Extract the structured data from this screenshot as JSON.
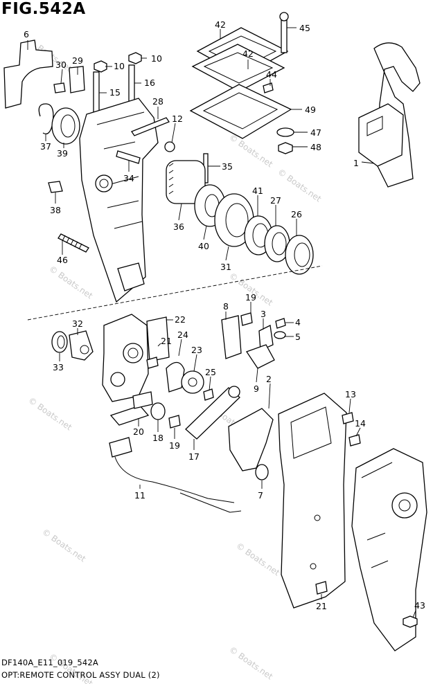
{
  "figure": {
    "title": "FIG.542A",
    "model_code": "DF140A_E11_019_542A",
    "caption": "OPT:REMOTE CONTROL ASSY DUAL (2)",
    "watermark": "© Boats.net"
  },
  "callouts": [
    {
      "id": "c6",
      "num": "6"
    },
    {
      "id": "c29",
      "num": "29"
    },
    {
      "id": "c30",
      "num": "30"
    },
    {
      "id": "c10a",
      "num": "10"
    },
    {
      "id": "c10b",
      "num": "10"
    },
    {
      "id": "c15",
      "num": "15"
    },
    {
      "id": "c16",
      "num": "16"
    },
    {
      "id": "c42a",
      "num": "42"
    },
    {
      "id": "c42b",
      "num": "42"
    },
    {
      "id": "c45",
      "num": "45"
    },
    {
      "id": "c44",
      "num": "44"
    },
    {
      "id": "c49",
      "num": "49"
    },
    {
      "id": "c47",
      "num": "47"
    },
    {
      "id": "c48",
      "num": "48"
    },
    {
      "id": "c1",
      "num": "1"
    },
    {
      "id": "c28",
      "num": "28"
    },
    {
      "id": "c12",
      "num": "12"
    },
    {
      "id": "c37",
      "num": "37"
    },
    {
      "id": "c39",
      "num": "39"
    },
    {
      "id": "c35",
      "num": "35"
    },
    {
      "id": "c34",
      "num": "34"
    },
    {
      "id": "c38",
      "num": "38"
    },
    {
      "id": "c41",
      "num": "41"
    },
    {
      "id": "c27",
      "num": "27"
    },
    {
      "id": "c26",
      "num": "26"
    },
    {
      "id": "c36",
      "num": "36"
    },
    {
      "id": "c40",
      "num": "40"
    },
    {
      "id": "c31",
      "num": "31"
    },
    {
      "id": "c46",
      "num": "46"
    },
    {
      "id": "c19a",
      "num": "19"
    },
    {
      "id": "c8",
      "num": "8"
    },
    {
      "id": "c3",
      "num": "3"
    },
    {
      "id": "c4",
      "num": "4"
    },
    {
      "id": "c5",
      "num": "5"
    },
    {
      "id": "c32",
      "num": "32"
    },
    {
      "id": "c22",
      "num": "22"
    },
    {
      "id": "c33",
      "num": "33"
    },
    {
      "id": "c21a",
      "num": "21"
    },
    {
      "id": "c24",
      "num": "24"
    },
    {
      "id": "c23",
      "num": "23"
    },
    {
      "id": "c25",
      "num": "25"
    },
    {
      "id": "c9",
      "num": "9"
    },
    {
      "id": "c2",
      "num": "2"
    },
    {
      "id": "c13",
      "num": "13"
    },
    {
      "id": "c14",
      "num": "14"
    },
    {
      "id": "c20",
      "num": "20"
    },
    {
      "id": "c18",
      "num": "18"
    },
    {
      "id": "c19b",
      "num": "19"
    },
    {
      "id": "c17",
      "num": "17"
    },
    {
      "id": "c7",
      "num": "7"
    },
    {
      "id": "c11",
      "num": "11"
    },
    {
      "id": "c21b",
      "num": "21"
    },
    {
      "id": "c43",
      "num": "43"
    }
  ]
}
